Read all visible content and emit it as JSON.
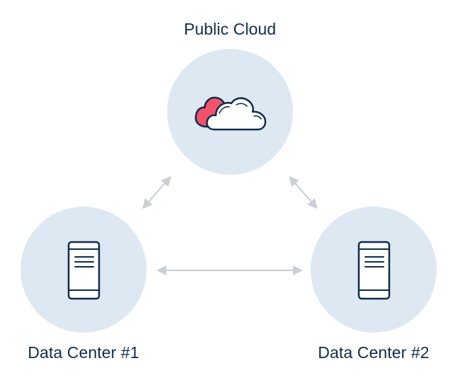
{
  "nodes": {
    "public_cloud": {
      "label": "Public Cloud",
      "icon": "cloud-icon"
    },
    "data_center_1": {
      "label": "Data Center #1",
      "icon": "server-icon"
    },
    "data_center_2": {
      "label": "Data Center #2",
      "icon": "server-icon"
    }
  },
  "connections": [
    {
      "from": "Public Cloud",
      "to": "Data Center #1",
      "direction": "bidirectional"
    },
    {
      "from": "Public Cloud",
      "to": "Data Center #2",
      "direction": "bidirectional"
    },
    {
      "from": "Data Center #1",
      "to": "Data Center #2",
      "direction": "bidirectional"
    }
  ],
  "colors": {
    "circle_fill": "#dde8f2",
    "icon_stroke": "#0f2d4a",
    "cloud_accent": "#f2516b",
    "arrow": "#c9cfd4",
    "text": "#0f2d4a"
  }
}
